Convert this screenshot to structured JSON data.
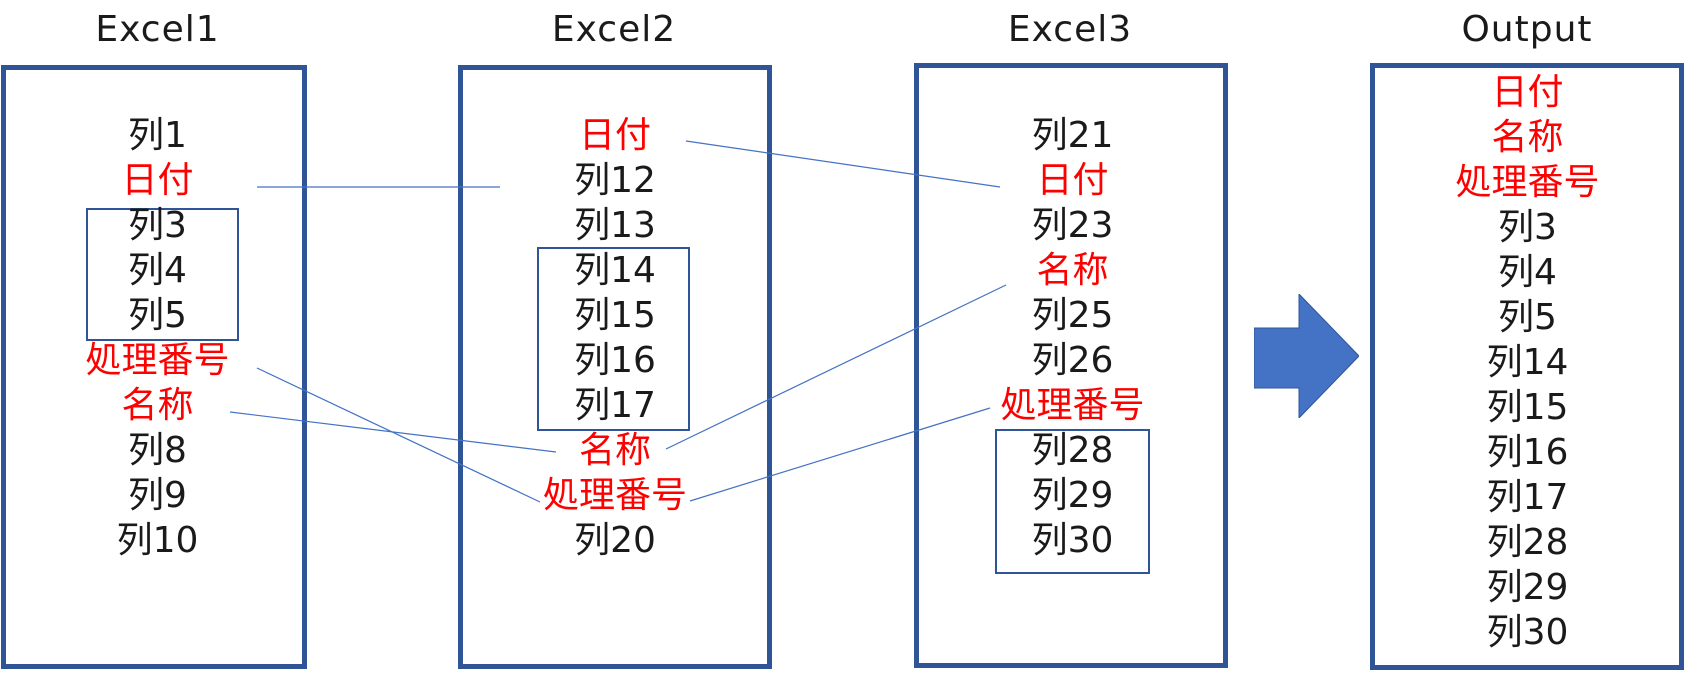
{
  "excel1": {
    "title": "Excel1",
    "columns": [
      {
        "label": "列1",
        "key": false
      },
      {
        "label": "日付",
        "key": true
      },
      {
        "label": "列3",
        "key": false
      },
      {
        "label": "列4",
        "key": false
      },
      {
        "label": "列5",
        "key": false
      },
      {
        "label": "処理番号",
        "key": true
      },
      {
        "label": "名称",
        "key": true
      },
      {
        "label": "列8",
        "key": false
      },
      {
        "label": "列9",
        "key": false
      },
      {
        "label": "列10",
        "key": false
      }
    ]
  },
  "excel2": {
    "title": "Excel2",
    "columns": [
      {
        "label": "日付",
        "key": true
      },
      {
        "label": "列12",
        "key": false
      },
      {
        "label": "列13",
        "key": false
      },
      {
        "label": "列14",
        "key": false
      },
      {
        "label": "列15",
        "key": false
      },
      {
        "label": "列16",
        "key": false
      },
      {
        "label": "列17",
        "key": false
      },
      {
        "label": "名称",
        "key": true
      },
      {
        "label": "処理番号",
        "key": true
      },
      {
        "label": "列20",
        "key": false
      }
    ]
  },
  "excel3": {
    "title": "Excel3",
    "columns": [
      {
        "label": "列21",
        "key": false
      },
      {
        "label": "日付",
        "key": true
      },
      {
        "label": "列23",
        "key": false
      },
      {
        "label": "名称",
        "key": true
      },
      {
        "label": "列25",
        "key": false
      },
      {
        "label": "列26",
        "key": false
      },
      {
        "label": "処理番号",
        "key": true
      },
      {
        "label": "列28",
        "key": false
      },
      {
        "label": "列29",
        "key": false
      },
      {
        "label": "列30",
        "key": false
      }
    ]
  },
  "output": {
    "title": "Output",
    "columns": [
      {
        "label": "日付",
        "key": true
      },
      {
        "label": "名称",
        "key": true
      },
      {
        "label": "処理番号",
        "key": true
      },
      {
        "label": "列3",
        "key": false
      },
      {
        "label": "列4",
        "key": false
      },
      {
        "label": "列5",
        "key": false
      },
      {
        "label": "列14",
        "key": false
      },
      {
        "label": "列15",
        "key": false
      },
      {
        "label": "列16",
        "key": false
      },
      {
        "label": "列17",
        "key": false
      },
      {
        "label": "列28",
        "key": false
      },
      {
        "label": "列29",
        "key": false
      },
      {
        "label": "列30",
        "key": false
      }
    ]
  },
  "colors": {
    "panel_border": "#2f5597",
    "connector": "#4472c4",
    "arrow_fill": "#4472c4",
    "key_text": "#ff0000",
    "normal_text": "#1a1a1a"
  }
}
